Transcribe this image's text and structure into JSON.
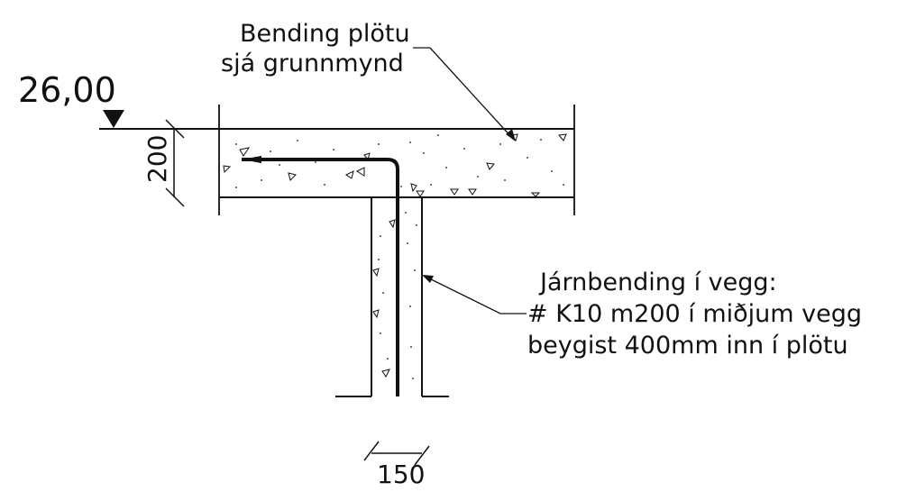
{
  "elevation": {
    "value": "26,00"
  },
  "slab_note": {
    "line1": "Bending plötu",
    "line2": "sjá grunnmynd"
  },
  "wall_note": {
    "line1": "Járnbending í vegg:",
    "line2": "# K10 m200 í miðjum vegg",
    "line3": "beygist 400mm inn í plötu"
  },
  "dimensions": {
    "slab_thickness": "200",
    "wall_thickness": "150"
  }
}
